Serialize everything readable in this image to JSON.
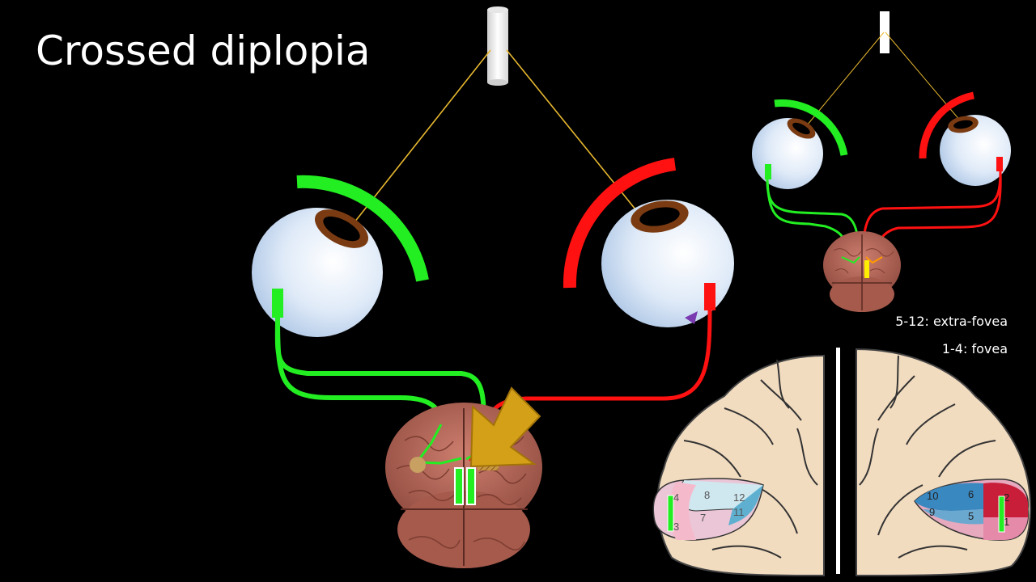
{
  "title": "Crossed diplopia",
  "legend": {
    "extra_fovea": "5-12: extra-fovea",
    "fovea": "1-4: fovea"
  },
  "colors": {
    "background": "#000000",
    "left_eye_pathway": "#22ee22",
    "right_eye_pathway": "#ff1111",
    "sight_line": "#e8b830",
    "arrow": "#d4a017",
    "eyeball": "#e4eefa",
    "iris": "#7a3b12",
    "brain": "#b9685a",
    "cortex_map_skin": "#f2dcc0"
  },
  "cortex_map": {
    "left_hemisphere_numbers": [
      "4",
      "8",
      "12",
      "7",
      "11",
      "3"
    ],
    "right_hemisphere_numbers": [
      "10",
      "6",
      "2",
      "9",
      "5",
      "1"
    ]
  }
}
